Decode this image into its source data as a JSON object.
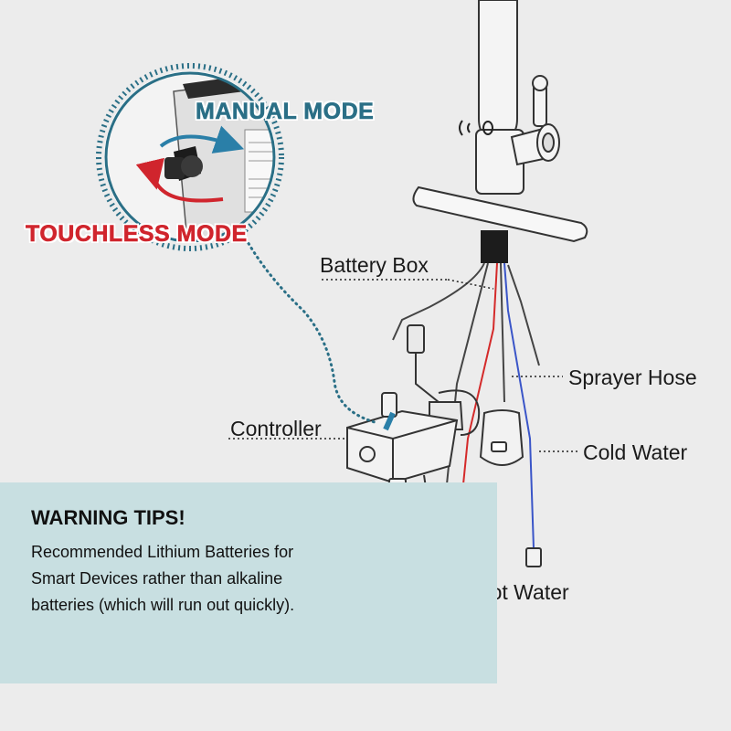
{
  "labels": {
    "manual_mode": "MANUAL MODE",
    "touchless_mode": "TOUCHLESS MODE",
    "battery_box": "Battery  Box",
    "sprayer_hose": "Sprayer Hose",
    "controller": "Controller",
    "cold_water": "Cold Water",
    "hot_water": "Hot Water"
  },
  "warning": {
    "title": "WARNING TIPS!",
    "text": "Recommended Lithium Batteries for Smart Devices rather than alkaline batteries (which will run out quickly)."
  },
  "colors": {
    "background": "#ececec",
    "warning_panel": "#c8dfe1",
    "manual_mode": "#2a6f86",
    "touchless_mode": "#d0252d",
    "hot_line": "#d42a2a",
    "cold_line": "#3a55c8",
    "dotted_callout": "#2a6f86"
  },
  "icons": {
    "sensor": "wireless-sensor-icon",
    "selector_arrows": "rotate-arrows-icon"
  }
}
